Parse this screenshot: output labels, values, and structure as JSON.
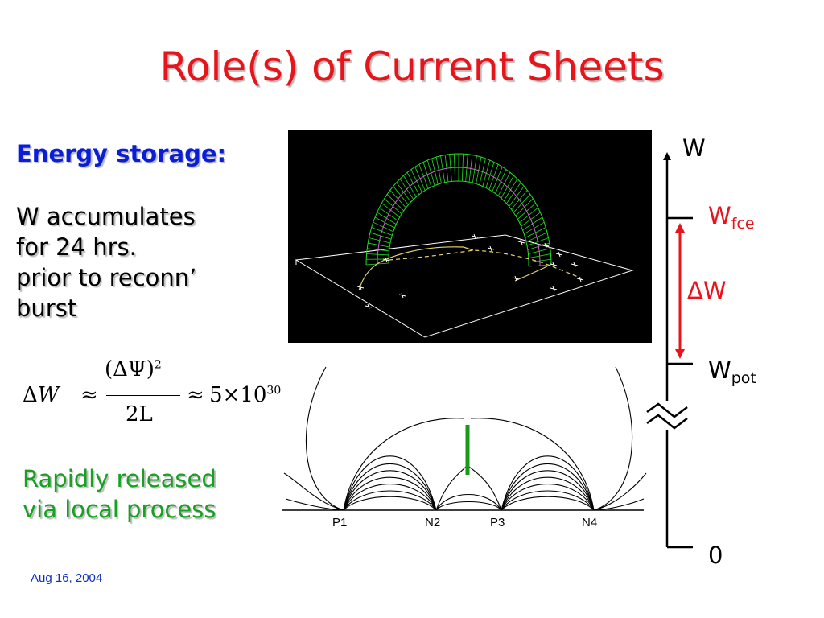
{
  "title": "Role(s) of Current Sheets",
  "energy_storage": {
    "heading": "Energy storage:",
    "lines": [
      "W accumulates",
      "for 24 hrs.",
      "prior to reconn’",
      "burst"
    ]
  },
  "equation": {
    "delta": "Δ",
    "lhs_var": "W",
    "approx": "≈",
    "numerator": "(ΔΨ)",
    "numerator_exp": "2",
    "denominator": "2L",
    "approx2": "≈",
    "value": "5×10",
    "value_exp": "30"
  },
  "release": {
    "lines": [
      "Rapidly released",
      "via local process"
    ]
  },
  "date": "Aug 16, 2004",
  "energy_scale": {
    "axis_label": "W",
    "w_fce_main": "W",
    "w_fce_sub": "fce",
    "delta_w": "ΔW",
    "w_pot_main": "W",
    "w_pot_sub": "pot",
    "zero": "0"
  },
  "field_diagram": {
    "labels": [
      "P1",
      "N2",
      "P3",
      "N4"
    ]
  },
  "colors": {
    "title": "#e8141c",
    "heading": "#0a1ed8",
    "release": "#17a022",
    "delta_w": "#e8141c",
    "arcade": "#22dd22"
  }
}
